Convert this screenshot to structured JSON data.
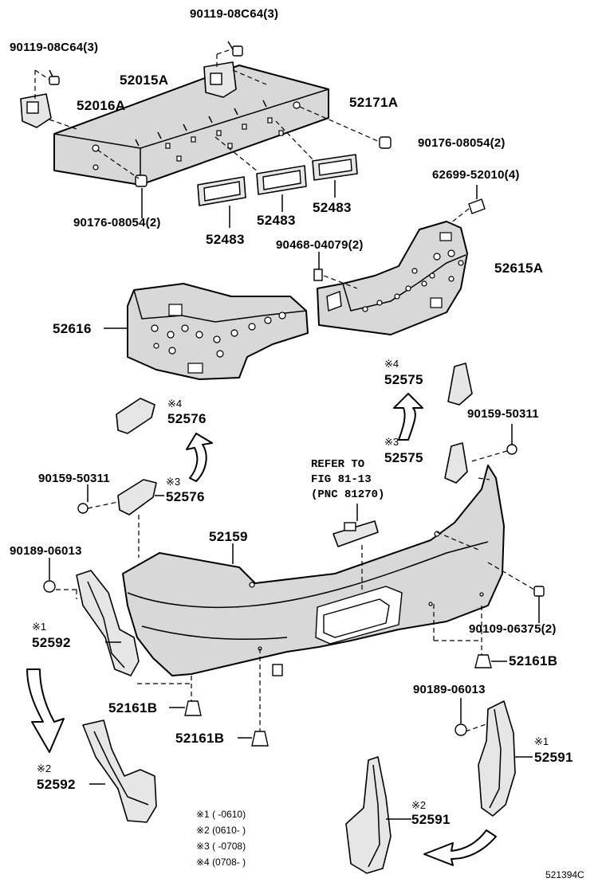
{
  "figure_id": "521394C",
  "refer": {
    "line1": "REFER TO",
    "line2": "FIG 81-13",
    "line3": "(PNC 81270)"
  },
  "labels": {
    "bolt_90119_top": "90119-08C64(3)",
    "bolt_90119_left": "90119-08C64(3)",
    "p52015A": "52015A",
    "p52016A": "52016A",
    "p52171A": "52171A",
    "nut_90176_right": "90176-08054(2)",
    "nut_90176_left": "90176-08054(2)",
    "p52483_a": "52483",
    "p52483_b": "52483",
    "p52483_c": "52483",
    "clip_62699": "62699-52010(4)",
    "clip_90468": "90468-04079(2)",
    "p52615A": "52615A",
    "p52616": "52616",
    "p52575_top": "52575",
    "p52575_mid": "52575",
    "p52576_top": "52576",
    "p52576_mid": "52576",
    "screw_90159_right": "90159-50311",
    "screw_90159_left": "90159-50311",
    "p52159": "52159",
    "clip_90189_left": "90189-06013",
    "clip_90189_right": "90189-06013",
    "p52592_a": "52592",
    "p52592_b": "52592",
    "p52591_a": "52591",
    "p52591_b": "52591",
    "p52161B_a": "52161B",
    "p52161B_b": "52161B",
    "p52161B_c": "52161B",
    "bolt_90109": "90109-06375(2)"
  },
  "marks": {
    "m4_52575": "※4",
    "m3_52575": "※3",
    "m4_52576": "※4",
    "m3_52576": "※3",
    "m1_52592": "※1",
    "m2_52592": "※2",
    "m1_52591": "※1",
    "m2_52591": "※2"
  },
  "notes": [
    "※1 (    -0610)",
    "※2 (0610-    )",
    "※3 (    -0708)",
    "※4 (0708-    )"
  ]
}
